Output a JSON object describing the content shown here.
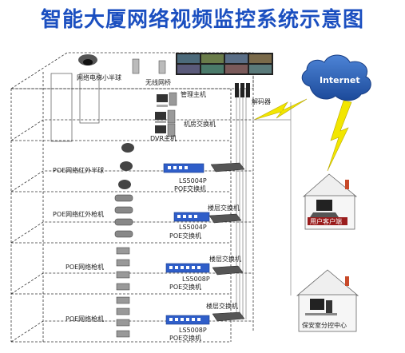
{
  "title": "智能大厦网络视频监控系统示意图",
  "labels": {
    "elevator_dome": "网络电梯小半球",
    "wireless_bridge": "无线网桥",
    "mgmt_host": "管理主机",
    "decoder": "解码器",
    "room_switch": "机房交换机",
    "dvr_host": "DVR主机",
    "poe_ir_dome": "POE网络红外半球",
    "poe_ir_bullet": "POE网络红外枪机",
    "poe_bullet_1": "POE网络枪机",
    "poe_bullet_2": "POE网络枪机",
    "ls5004p_1": "LS5004P",
    "ls5004p_2": "LS5004P",
    "ls5008p_1": "LS5008P",
    "ls5008p_2": "LS5008P",
    "poe_switch_1": "POE交换机",
    "poe_switch_2": "POE交换机",
    "poe_switch_3": "POE交换机",
    "poe_switch_4": "POE交换机",
    "floor_switch_1": "楼层交换机",
    "floor_switch_2": "楼层交换机",
    "floor_switch_3": "楼层交换机",
    "internet": "Internet",
    "user_client": "用户客户端",
    "security_center": "保安室分控中心"
  },
  "colors": {
    "title": "#1b4fc0",
    "cloud": "#2c5fb3",
    "lightning": "#f2e600",
    "poe_switch": "#2f5ec9",
    "house_roof": "#c84a2a"
  }
}
